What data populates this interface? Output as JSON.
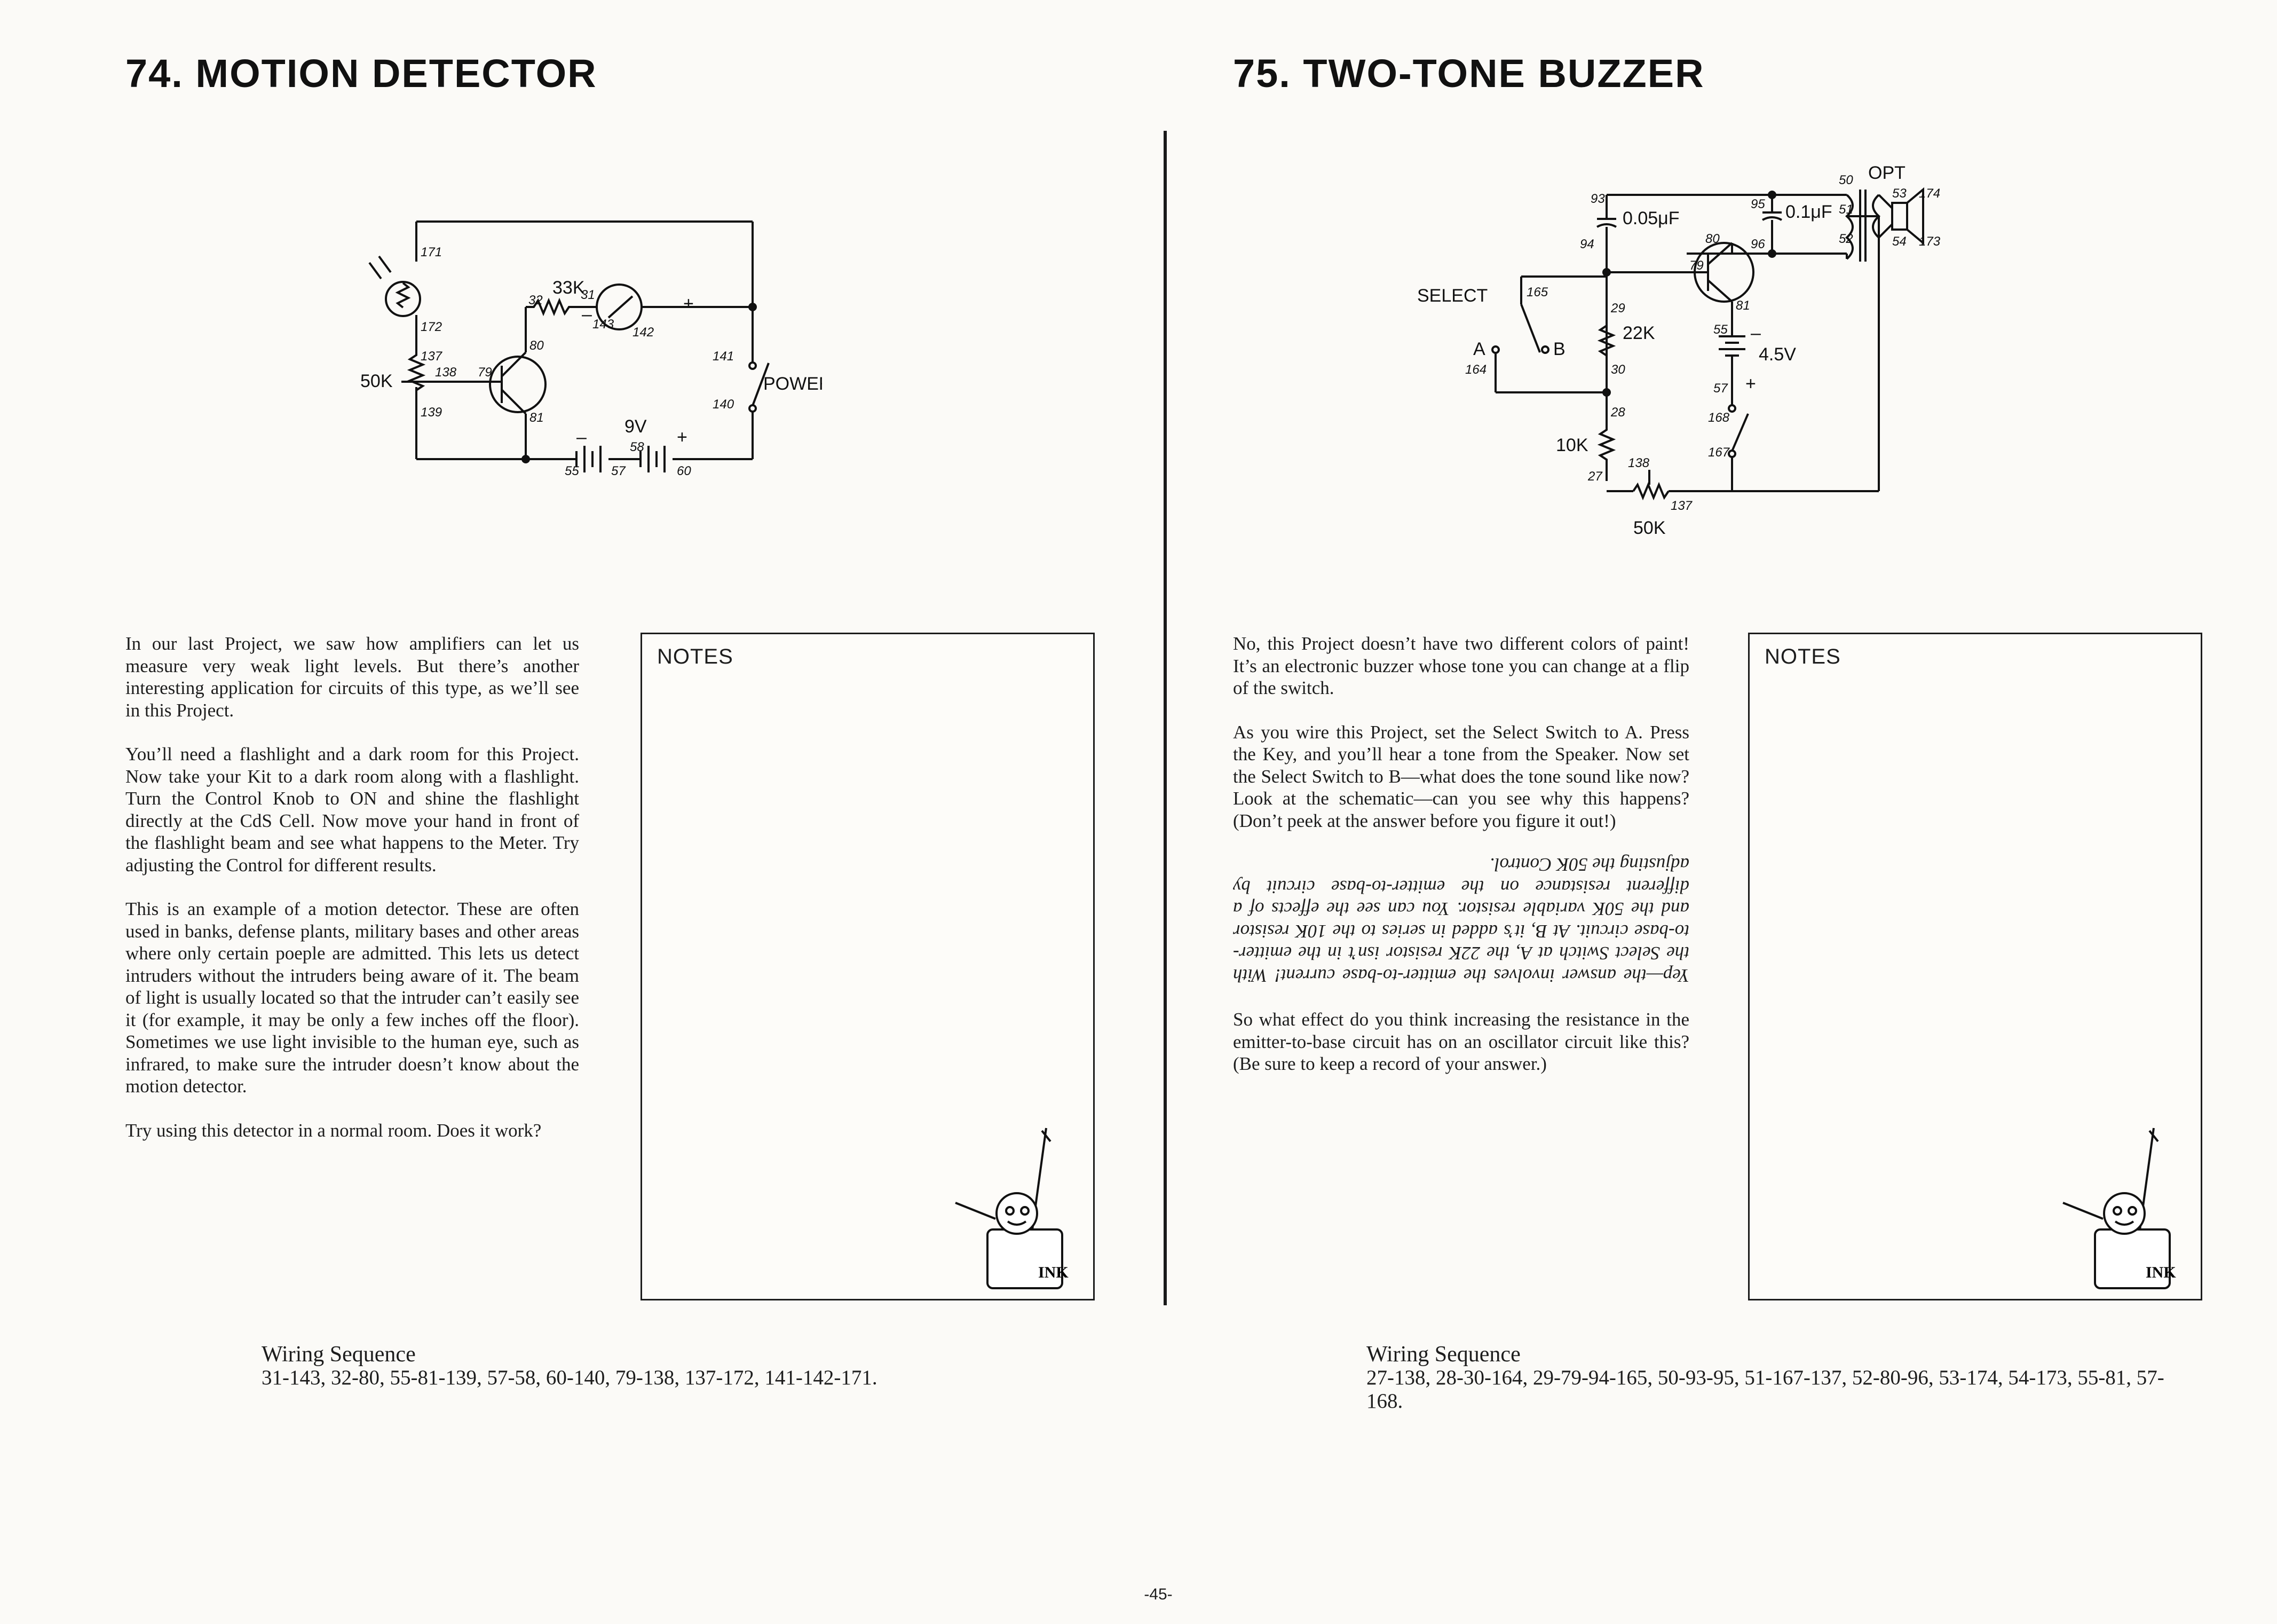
{
  "left_page": {
    "title": "74. MOTION DETECTOR",
    "diagram": {
      "labels": {
        "resistor_33k": "33K",
        "resistor_50k": "50K",
        "battery": "9V",
        "switch": "POWER",
        "minus": "–",
        "plus": "+"
      },
      "terminals": [
        "171",
        "172",
        "137",
        "138",
        "139",
        "79",
        "80",
        "81",
        "32",
        "31",
        "143",
        "142",
        "141",
        "140",
        "55",
        "57",
        "58",
        "60"
      ]
    },
    "paragraphs": [
      "In our last Project, we saw how amplifiers can let us measure very weak light levels. But there’s another interesting application for circuits of this type, as we’ll see in this Project.",
      "You’ll need a flashlight and a dark room for this Project. Now take your Kit to a dark room along with a flashlight. Turn the Control Knob to ON and shine the flashlight directly at the CdS Cell. Now move your hand in front of the flashlight beam and see what happens to the Meter. Try adjusting the Control for different results.",
      "This is an example of a motion detector. These are often used in banks, defense plants, military bases and other areas where only certain poeple are admitted. This lets us detect intruders without the intruders being aware of it. The beam of light is usually located so that the intruder can’t easily see it (for example, it may be only a few inches off the floor). Sometimes we use light invisible to the human eye, such as infrared, to make sure the intruder doesn’t know about the motion detector.",
      "Try using this detector in a normal room. Does it work?"
    ],
    "notes_label": "NOTES",
    "wiring_title": "Wiring Sequence",
    "wiring_sequence": "31-143, 32-80, 55-81-139, 57-58, 60-140, 79-138, 137-172, 141-142-171."
  },
  "right_page": {
    "title": "75. TWO-TONE BUZZER",
    "diagram": {
      "labels": {
        "cap1": "0.05μF",
        "cap2": "0.1μF",
        "transformer": "OPT",
        "select": "SELECT",
        "pos_a": "A",
        "pos_b": "B",
        "resistor_22k": "22K",
        "resistor_10k": "10K",
        "resistor_50k": "50K",
        "battery": "4.5V",
        "minus": "–",
        "plus": "+"
      },
      "terminals": [
        "93",
        "94",
        "95",
        "96",
        "50",
        "51",
        "52",
        "53",
        "54",
        "174",
        "173",
        "79",
        "80",
        "81",
        "165",
        "164",
        "29",
        "30",
        "28",
        "27",
        "55",
        "57",
        "168",
        "167",
        "138",
        "137"
      ]
    },
    "paragraphs": [
      "No, this Project doesn’t have two different colors of paint! It’s an electronic buzzer whose tone you can change at a flip of the switch.",
      "As you wire this Project, set the Select Switch to A. Press the Key, and you’ll hear a tone from the Speaker. Now set the Select Switch to B—what does the tone sound like now? Look at the schematic—can you see why this happens? (Don’t peek at the answer before you figure it out!)",
      "So what effect do you think increasing the resistance in the emitter-to-base circuit has on an oscillator circuit like this? (Be sure to keep a record of your answer.)"
    ],
    "answer_upside_down": "Yep—the answer involves the emitter-to-base current! With the Select Switch at A, the 22K resistor isn’t in the emitter-to-base circuit. At B, it’s added in series to the 10K resistor and the 50K variable resistor. You can see the effects of a different resistance on the emitter-to-base circuit by adjusting the 50K Control.",
    "notes_label": "NOTES",
    "wiring_title": "Wiring Sequence",
    "wiring_sequence": "27-138, 28-30-164, 29-79-94-165, 50-93-95, 51-167-137, 52-80-96, 53-174, 54-173, 55-81, 57-168."
  },
  "page_number": "-45-",
  "mascot_label": "INK"
}
